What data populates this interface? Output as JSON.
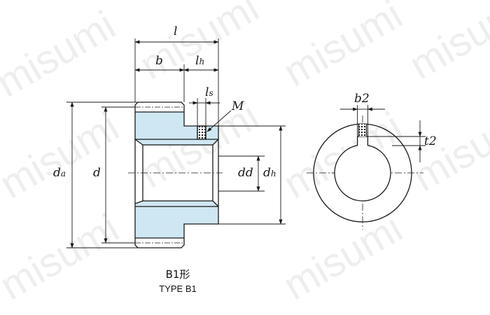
{
  "colors": {
    "fill": "#cfe7f3",
    "line": "#1a1a1a",
    "watermark": "#9a9a9a"
  },
  "watermark": "misumi",
  "labels": {
    "l": "l",
    "b": "b",
    "lh_main": "l",
    "lh_sub": "h",
    "ls_main": "l",
    "ls_sub": "s",
    "M": "M",
    "da_main": "d",
    "da_sub": "a",
    "d": "d",
    "dd": "dd",
    "dh_main": "d",
    "dh_sub": "h",
    "b2": "b2",
    "t2": "t2"
  },
  "caption": {
    "type_jp": "B1形",
    "type_en": "TYPE B1"
  }
}
